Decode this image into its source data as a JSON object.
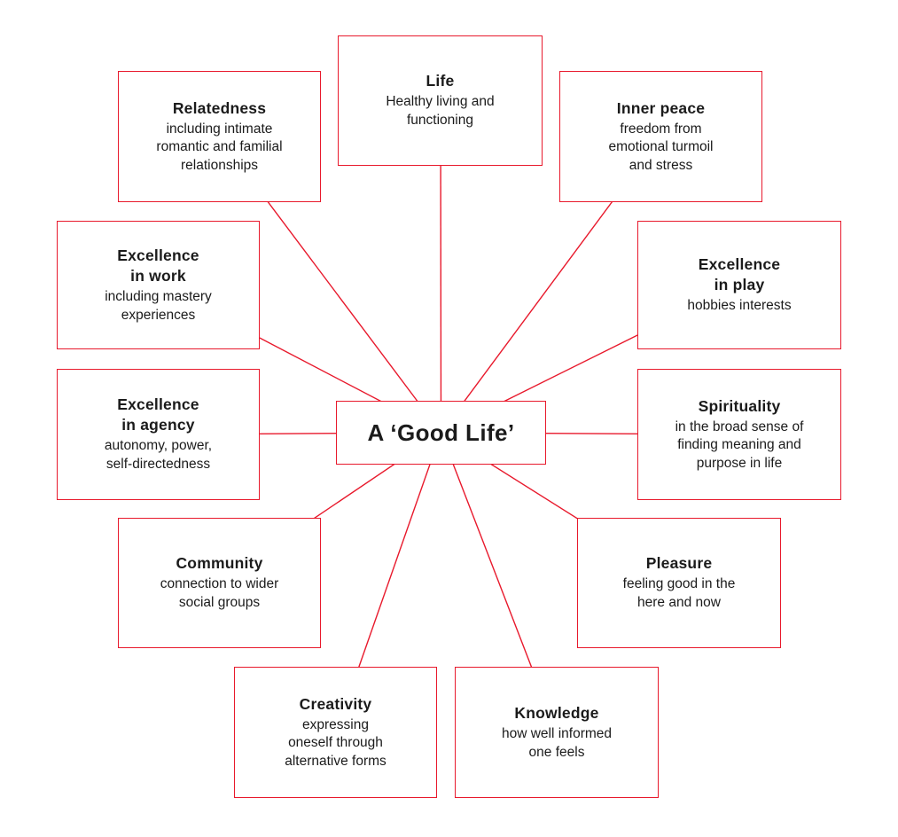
{
  "colors": {
    "accent": "#e8192c",
    "text": "#1b1b1b",
    "background": "#ffffff"
  },
  "center": {
    "label": "A ‘Good Life’"
  },
  "nodes": [
    {
      "id": "life",
      "title": "Life",
      "desc": "Healthy living and\nfunctioning"
    },
    {
      "id": "relatedness",
      "title": "Relatedness",
      "desc": "including intimate\nromantic and familial\nrelationships"
    },
    {
      "id": "inner-peace",
      "title": "Inner peace",
      "desc": "freedom from\nemotional turmoil\nand stress"
    },
    {
      "id": "excellence-in-work",
      "title": "Excellence\nin work",
      "desc": "including mastery\nexperiences"
    },
    {
      "id": "excellence-in-play",
      "title": "Excellence\nin play",
      "desc": "hobbies interests"
    },
    {
      "id": "excellence-in-agency",
      "title": "Excellence\nin agency",
      "desc": "autonomy, power,\nself-directedness"
    },
    {
      "id": "spirituality",
      "title": "Spirituality",
      "desc": "in the broad sense of\nfinding meaning and\npurpose in life"
    },
    {
      "id": "community",
      "title": "Community",
      "desc": "connection to wider\nsocial groups"
    },
    {
      "id": "pleasure",
      "title": "Pleasure",
      "desc": "feeling good in the\nhere and now"
    },
    {
      "id": "creativity",
      "title": "Creativity",
      "desc": "expressing\noneself through\nalternative forms"
    },
    {
      "id": "knowledge",
      "title": "Knowledge",
      "desc": "how well informed\none feels"
    }
  ]
}
